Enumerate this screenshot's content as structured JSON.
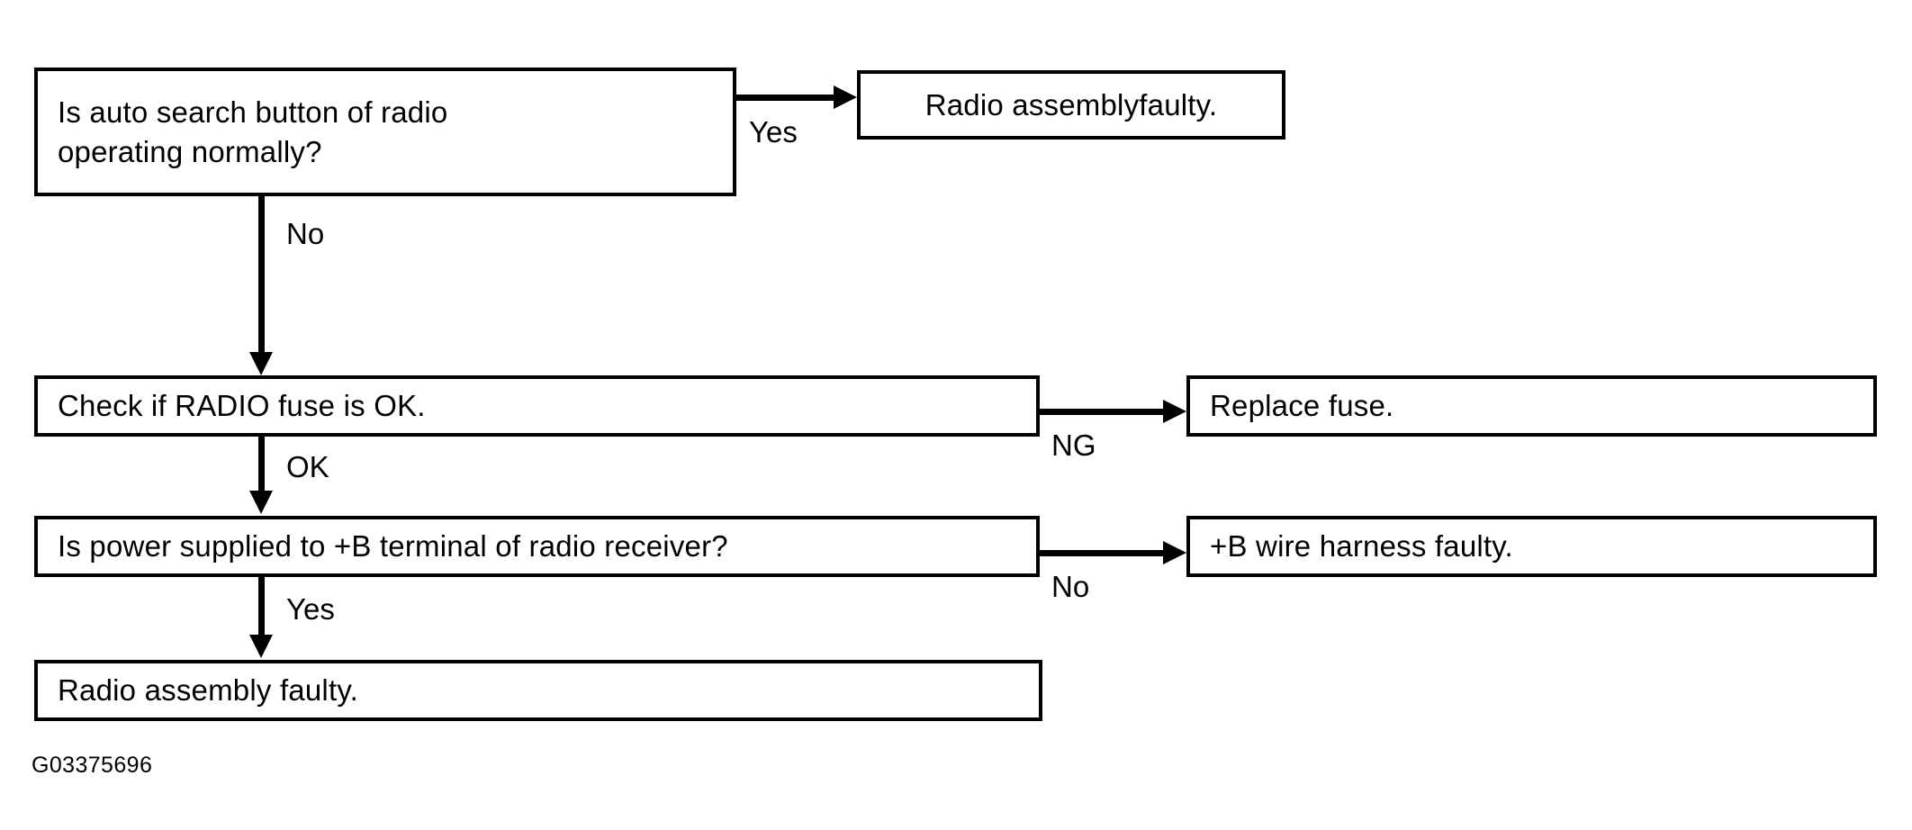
{
  "diagram": {
    "caption": "G03375696",
    "nodes": [
      {
        "id": "q-auto-search",
        "text": "Is auto search button of radio\noperating normally?"
      },
      {
        "id": "radio-assembly-faulty-top",
        "text": "Radio assemblyfaulty."
      },
      {
        "id": "check-radio-fuse",
        "text": "Check if RADIO fuse is OK."
      },
      {
        "id": "replace-fuse",
        "text": "Replace fuse."
      },
      {
        "id": "q-power-b-terminal",
        "text": "Is power supplied to +B terminal of radio receiver?"
      },
      {
        "id": "b-wire-harness-faulty",
        "text": "+B wire harness faulty."
      },
      {
        "id": "radio-assembly-faulty-bottom",
        "text": "Radio assembly faulty."
      }
    ],
    "edges": [
      {
        "id": "edge-yes-top",
        "label": "Yes",
        "from": "q-auto-search",
        "to": "radio-assembly-faulty-top"
      },
      {
        "id": "edge-no-top",
        "label": "No",
        "from": "q-auto-search",
        "to": "check-radio-fuse"
      },
      {
        "id": "edge-ng",
        "label": "NG",
        "from": "check-radio-fuse",
        "to": "replace-fuse"
      },
      {
        "id": "edge-ok",
        "label": "OK",
        "from": "check-radio-fuse",
        "to": "q-power-b-terminal"
      },
      {
        "id": "edge-no-bottom",
        "label": "No",
        "from": "q-power-b-terminal",
        "to": "b-wire-harness-faulty"
      },
      {
        "id": "edge-yes-bottom",
        "label": "Yes",
        "from": "q-power-b-terminal",
        "to": "radio-assembly-faulty-bottom"
      }
    ],
    "colors": {
      "background": "#ffffff",
      "stroke": "#000000",
      "text": "#000000"
    }
  }
}
